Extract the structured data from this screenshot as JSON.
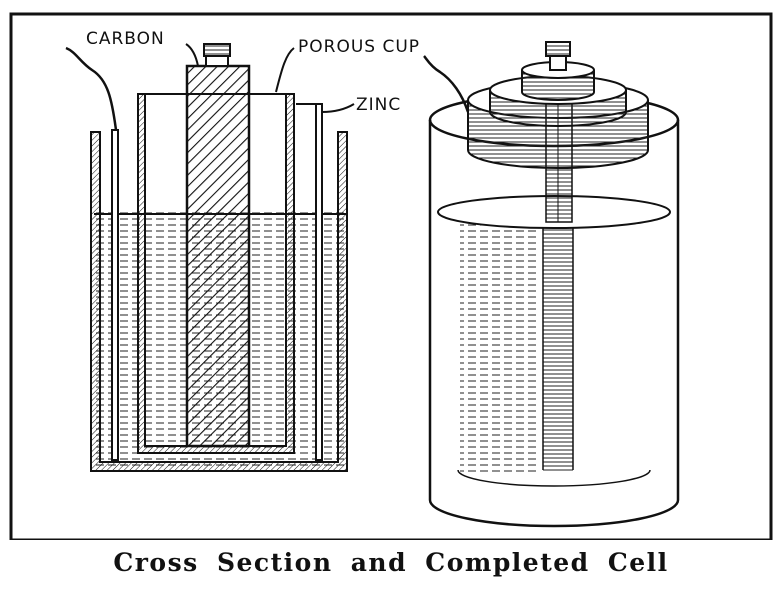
{
  "labels": {
    "carbon": "CARBON",
    "porous_cup": "POROUS CUP",
    "zinc": "ZINC"
  },
  "caption": "Cross Section and Completed Cell",
  "colors": {
    "ink": "#111111",
    "paper": "#ffffff"
  }
}
